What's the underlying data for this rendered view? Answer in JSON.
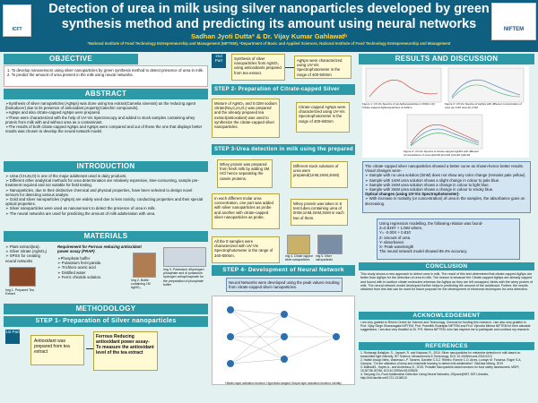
{
  "header": {
    "title": "Detection of urea in milk using silver nanoparticles developed by green synthesis method and predicting its amount using neural networks",
    "authors": "Sadhan Jyoti Duttaª & Dr. Vijay Kumar Gahlawatᵇ",
    "affiliation": "ªNational Institute of Food Technology Entrepreneurship and Management (NIFTEM), ᵇDepartment of Basic and Applied Sciences, National Institute of Food Technology Entrepreneurship and Management",
    "logo_left": "ICFT",
    "logo_right": "NIFTEM"
  },
  "objective": {
    "title": "OBJECTIVE",
    "items": [
      "1. To develop nanosensors using silver nanoparticles by green synthesis method to detect presence of urea in milk.",
      "2. To predict the amount of urea present in the milk using neural networks."
    ]
  },
  "abstract": {
    "title": "ABSTRACT",
    "items": [
      "➢Synthesis of silver nanoparticles (AgNps) was done using tea extract(Camelia sinensis) as the reducing agent (biotuducer) due to its presence of antioxidant property(Catechin compounds).",
      "➢AgNps and also citrate-capped AgNps were prepared.",
      "➢These were characterized with the help of UV-Vis Spectroscopy and added to stock samples containing whey protein from milk with and without urea as a contaminant.",
      "➢The results of both citrate-capped AgNps and AgNps were compared and out of these the one that displays better results was chosen to develop the neural network model."
    ]
  },
  "introduction": {
    "title": "INTRODUCTION",
    "items": [
      "➢ Urea (CH₄N₂O) is one of the major adulterant used in dairy products.",
      "➢ Different other analytical methods for urea determination are relatively expensive, time-consuming, sample pre-treatment required and not suitable for field testing.",
      "➢ Nanoparticles, due to their distinctive chemical and physical properties, have been selected to design novel sensors for detecting various analyte.",
      "➢ Gold and silver nanoparticles (AgNps) are widely used due to less toxicity, conducting properties and their special optical properties.",
      "➢ Silver nanoparticles were used as nanosensors to detect the presence of urea in milk.",
      "➢ The neural networks are used for predicting the amount of milk adulteration with urea."
    ]
  },
  "materials": {
    "title": "MATERIALS",
    "left_items": [
      "➢ Plant extract(tea).",
      "➢ Silver nitrate (AgNO₃)",
      "➢ SPSS for creating neural networks"
    ],
    "frap": "Requirement for Ferrous reducing antioxidant power assay (FRAP)",
    "frap_items": [
      "➢Phosphate buffer",
      "➢ Potassium ferricyanide.",
      "➢ Trichloro acetic acid",
      "➢ Distilled water",
      "➢ Ferric chloride solution."
    ],
    "img1": "Img 1- Prepared Tea Extract",
    "img2": "Img 2- Bottle containing 1M AgNO₃",
    "img3": "Img 3- Potassium dihydrogen phosphate and di potassium hydrogen orthophosphate for the preparation of phosphate buffer"
  },
  "methodology": {
    "title": "METHODOLOGY",
    "step1_title": "STEP 1- Preparation of Silver nanoparticles",
    "part1_tag": "1st Part",
    "tea_box": "Antioxidant was prepared from tea extract",
    "frap_box": "Ferrous Reducing antioxidant power assay- To measure the antioxidant level of the tea extract",
    "part2_tag": "2nd Part",
    "synth_box": "Synthesis of silver nanoparticles from AgNO₃ using antioxidants prepared from tea extract.",
    "char_box": "AgNps were characterized using UV-Vis Spectrophotometer in the range of 400-500nm"
  },
  "step2": {
    "title": "STEP 2- Preparation of Citrate-capped Silver nanoparticles",
    "box1": "Mixture of AgNO₃ and 0.02M sodium citrate(Na₃C₆H₅O₇) was prepared and the already prepared tea extract(antioxidant) was used to synthesize the citrate-capped silver nanoparticles.",
    "box2": "Citrate-capped AgNps were characterized using UV-Vis Spectrophotometer in the range of 400-600nm"
  },
  "step3": {
    "title": "STEP 3-Urea detection in milk using the prepared nanoparticles",
    "box1": "Whey protein was prepared from fresh milk by adding 2M HCl hence separating the casein proteins.",
    "box2": "Different stock solutions of urea were prepared(1mM,2mM,3mM)",
    "box3": "In each different molar urea concentration, one part was added with silver nanoparticles as probe and another with citrate-capped silver nanoparticles as probe.",
    "box4": "Whey protein was taken in 8 test tubes,containing urea of 0mM,1mM,2mM,3mM in each two of them.",
    "box5": "All the 8 samples were characterized with UV-Vis Spectrophotometer in the range of 340-600nm.",
    "img4": "Img 4- Citrate capped silver nanoparticles",
    "img5": "Img 5- Silver nanoparticles"
  },
  "step4": {
    "title": "STEP 4- Development of Neural Network",
    "box": "Neural Networks were developed using the peak values resulting from citrate-capped silver nanoparticles.",
    "legend": "Hidden layer activation function: Hyperbolic tangent  Output layer activation function: Identity"
  },
  "results": {
    "title": "RESULTS AND DISCUSSION",
    "fig1": "Figure 1: UV-Vis Spectra of (a) AgNanoparticles in 500nm (b) Citrate-capped AgNanoparticles at 420nm",
    "fig2": "Figure 2: UV-Vis Spectra of AgNps with different concentration of urea (a) 1mM urea (b) 2mM",
    "fig3": "Figure 3: UV-Vis Spectra of citrate-capped AgNPs with different concentrations of urea (a)0mM (b)1mM (c)2mM (d)3mM",
    "summary": [
      "The citrate-capped silver nanoparticles showed a better curve as shown-hence better results. Visual changes were-",
      "➢ Sample with no urea solution (0mM) does not show any color change (remains pale yellow).",
      "➢ Sample with 1mM urea solution shows a slight change in colour to pale blue.",
      "➢ Sample with 2mM urea solution shows a change in colour to light blue.",
      "➢ Sample with 3mM urea solution shows a change in colour to smoky blue.",
      "   Optical changes (using UV-Vis Spectrophotometer)-",
      "➢ With increase in molarity (or concentration) of urea in the samples, the absorbance goes on decreasing."
    ],
    "regression": [
      "Using regression modelling, the following relation was found-",
      "Z=0.919Y + 1.084 where,",
      "Y= -0.00X + 0.810",
      "Z- amount of urea",
      "Y- absorbance",
      "X- Peak wavelength",
      "The neural network model showed 89.4% accuracy."
    ]
  },
  "conclusion": {
    "title": "CONCLUSION",
    "text": "This study shows a new approach to detect urea in milk. The result of this test determined that citrate-capped AgNps are better than AgNps for the detection of urea in milk. The reason is because the Citrate-capped AgNps are already capped and bound with tri-sodium citrate molecules whereas the AgNps as they are left uncapped, binds with the whey protein of milk. The neural network model developed further helps in predicting the amount of the adulterant. Further, the results obtained from this test can be used for future purpose for the development of electronic techniques for urea detection."
  },
  "acknowledgement": {
    "title": "ACKNOWLEDGEMENT",
    "text": "I am very grateful to Rishm Centre for Science and Technology, Chennai for funding this research. I am also very grateful to Prof. Vijay Singh Sharanagata NIFTEM, Prof. Prashibh Rudrapta NIFTEM and Prof. Vijendra Mishra NIFTEM for their valuable suggestions. I am also very thankful to Dr. P.R. Neena NIFTEM, who has inspired me to participate and continue my research."
  },
  "references": {
    "title": "REFERENCES",
    "items": [
      "1. Rudraraju Balaji(an, S., Jayavel, R. and Kalpana, R., 2016. Silver nanoparticles for melamine detection in milk based on transmitted light intensity. IET Science, Measurement & Technology, DOI: 10.1049/iet-smt.2016.0213",
      "2. Haltsh Araujo Nieto, Wanessa L.P. Tavares, Danielle C.S.Z. Ribeiro, Ronnie C.O. Alves, Lorrayn M. Fonseca, Roger S.A. Campos. \"On the utilization of deep and ensemble learning to detect milk adulteration\". BioData Mining, 2019",
      "3. Balbwdl3., Hayes A., and Andreescu,S., 2015. Portable Nanoparticle-based sensors for food safety assessment, MDPI, 15,30736-30758, DOI:10.3390/s151229826",
      "4. Yanyang Gu, Food Adulteration Detection Using Neural Networks, DSpace@MIT, MIT Libraries, http://hdl.handle.net/1721.1/106013"
    ]
  }
}
